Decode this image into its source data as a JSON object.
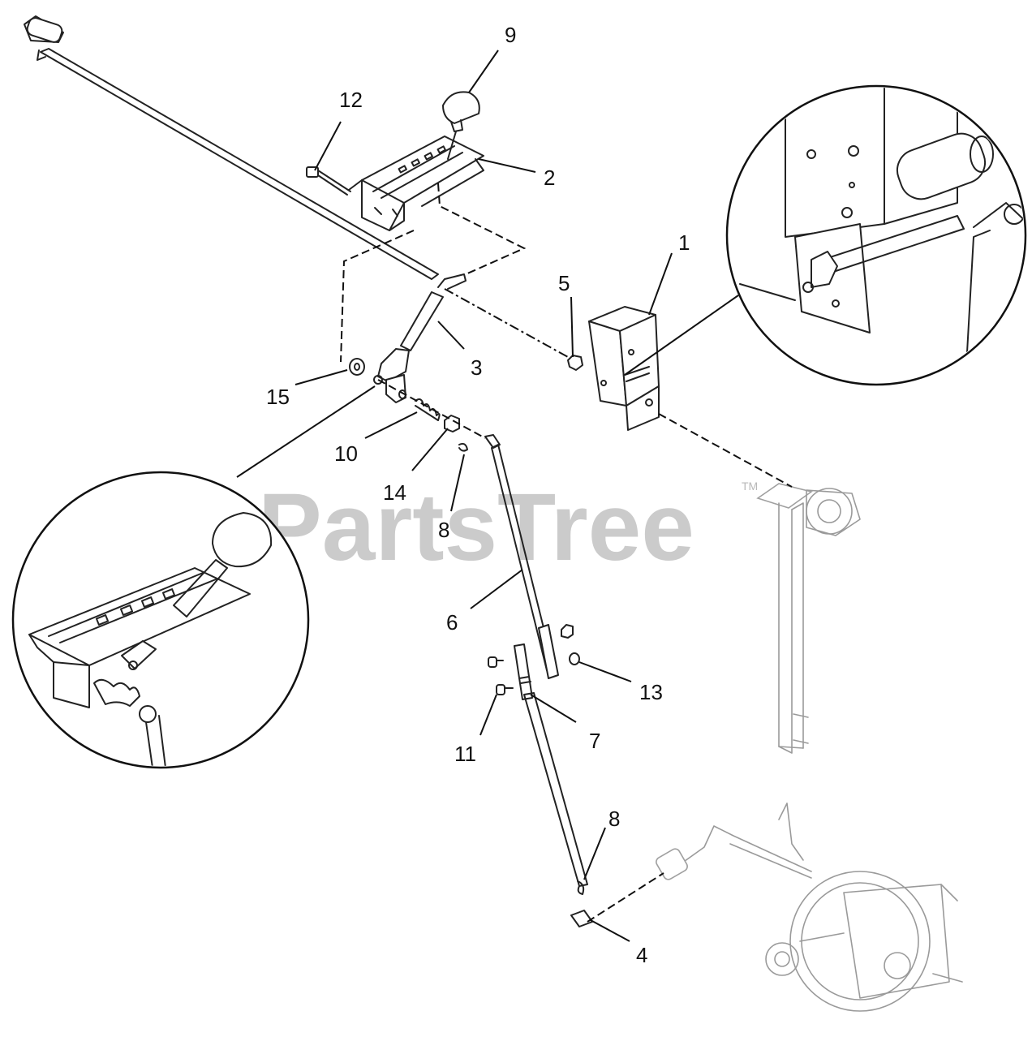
{
  "watermark": {
    "text": "PartsTree",
    "trademark": "TM"
  },
  "callouts": {
    "c1": "1",
    "c2": "2",
    "c3": "3",
    "c4": "4",
    "c5": "5",
    "c6": "6",
    "c7": "7",
    "c8a": "8",
    "c8b": "8",
    "c9": "9",
    "c10": "10",
    "c11": "11",
    "c12": "12",
    "c13": "13",
    "c14": "14",
    "c15": "15"
  }
}
